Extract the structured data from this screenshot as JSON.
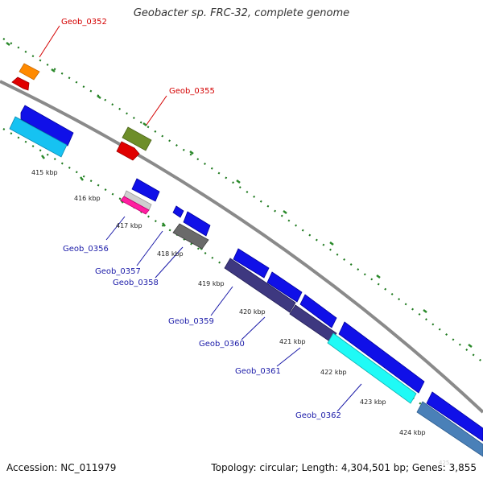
{
  "title": "Geobacter sp. FRC-32, complete genome",
  "footer": {
    "accession": "Accession: NC_011979",
    "summary": "Topology: circular; Length: 4,304,501 bp; Genes: 3,855"
  },
  "colors": {
    "backbone": "#8a8a8a",
    "dots": "#1f7a1f",
    "label_plus": "#d40000",
    "label_minus": "#1a1aa8"
  },
  "ticks": [
    "415 kbp",
    "416 kbp",
    "417 kbp",
    "418 kbp",
    "419 kbp",
    "420 kbp",
    "421 kbp",
    "422 kbp",
    "423 kbp",
    "424 kbp",
    "425"
  ],
  "gene_labels": {
    "g0352": "Geob_0352",
    "g0355": "Geob_0355",
    "g0356": "Geob_0356",
    "g0357": "Geob_0357",
    "g0358": "Geob_0358",
    "g0359": "Geob_0359",
    "g0360": "Geob_0360",
    "g0361": "Geob_0361",
    "g0362": "Geob_0362"
  }
}
